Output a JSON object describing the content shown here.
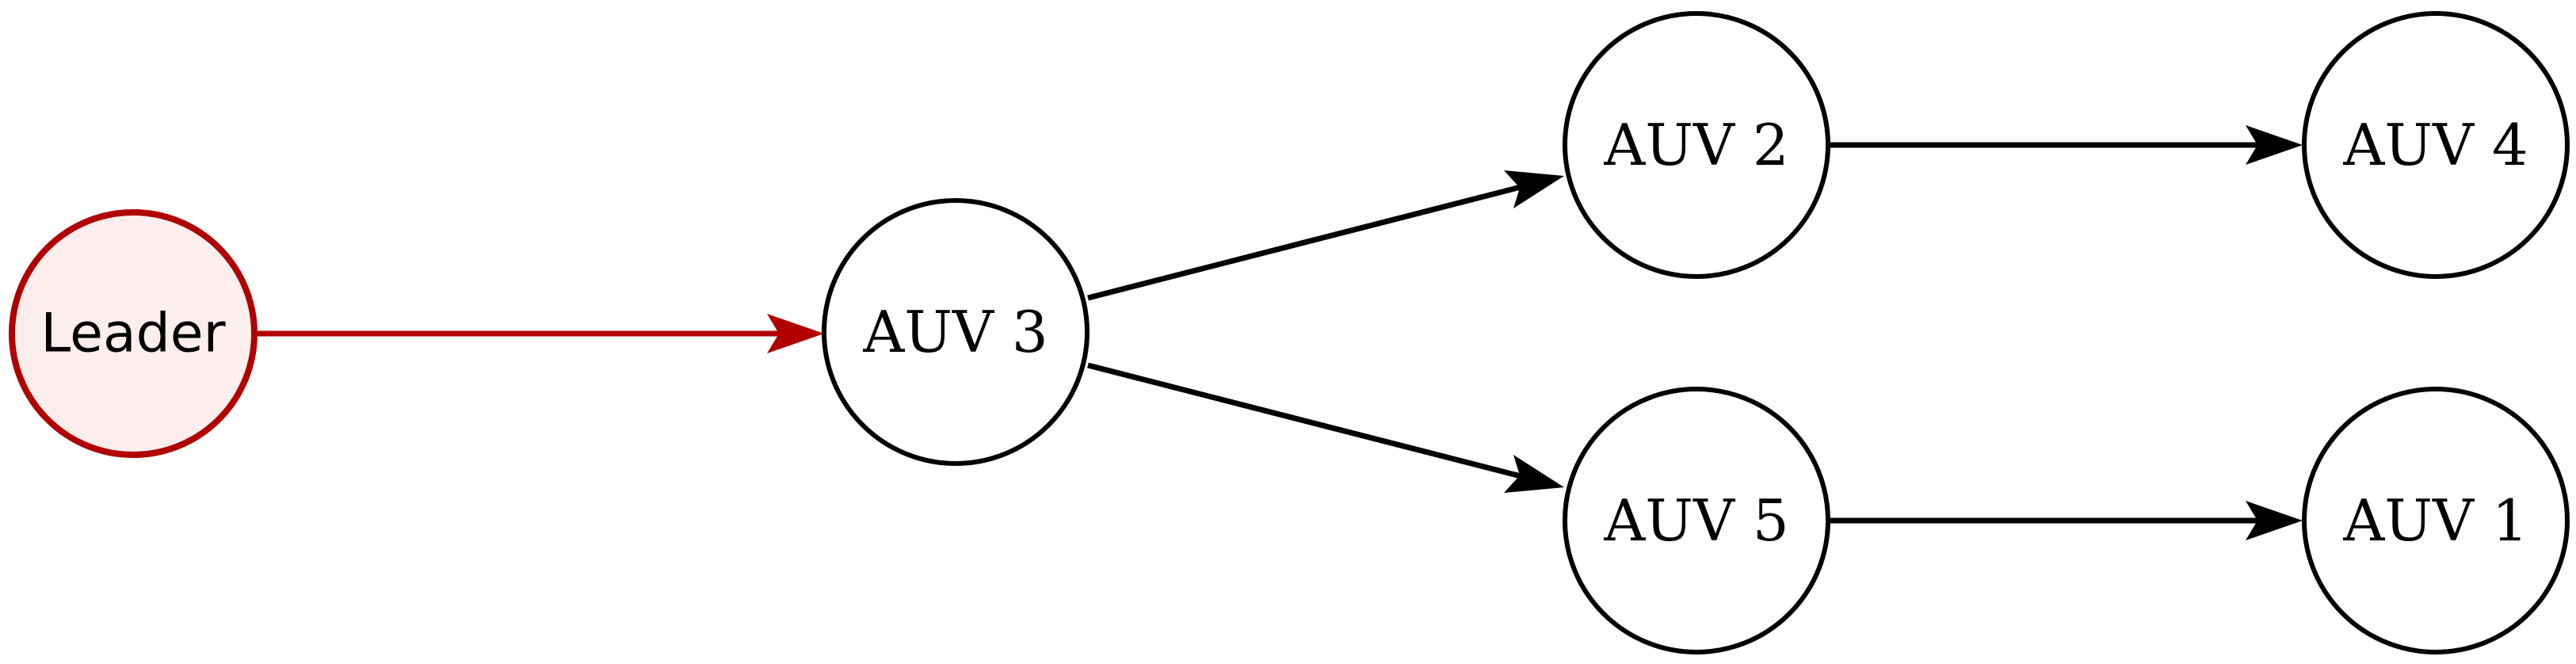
{
  "diagram": {
    "nodes": {
      "leader": {
        "label": "Leader",
        "color": "#b00000",
        "fill": "#fdeeee"
      },
      "auv3": {
        "label": "AUV 3"
      },
      "auv2": {
        "label": "AUV 2"
      },
      "auv5": {
        "label": "AUV 5"
      },
      "auv4": {
        "label": "AUV 4"
      },
      "auv1": {
        "label": "AUV 1"
      }
    },
    "edges": [
      {
        "from": "Leader",
        "to": "AUV 3",
        "color": "#b00000"
      },
      {
        "from": "AUV 3",
        "to": "AUV 2",
        "color": "#000000"
      },
      {
        "from": "AUV 3",
        "to": "AUV 5",
        "color": "#000000"
      },
      {
        "from": "AUV 2",
        "to": "AUV 4",
        "color": "#000000"
      },
      {
        "from": "AUV 5",
        "to": "AUV 1",
        "color": "#000000"
      }
    ]
  }
}
